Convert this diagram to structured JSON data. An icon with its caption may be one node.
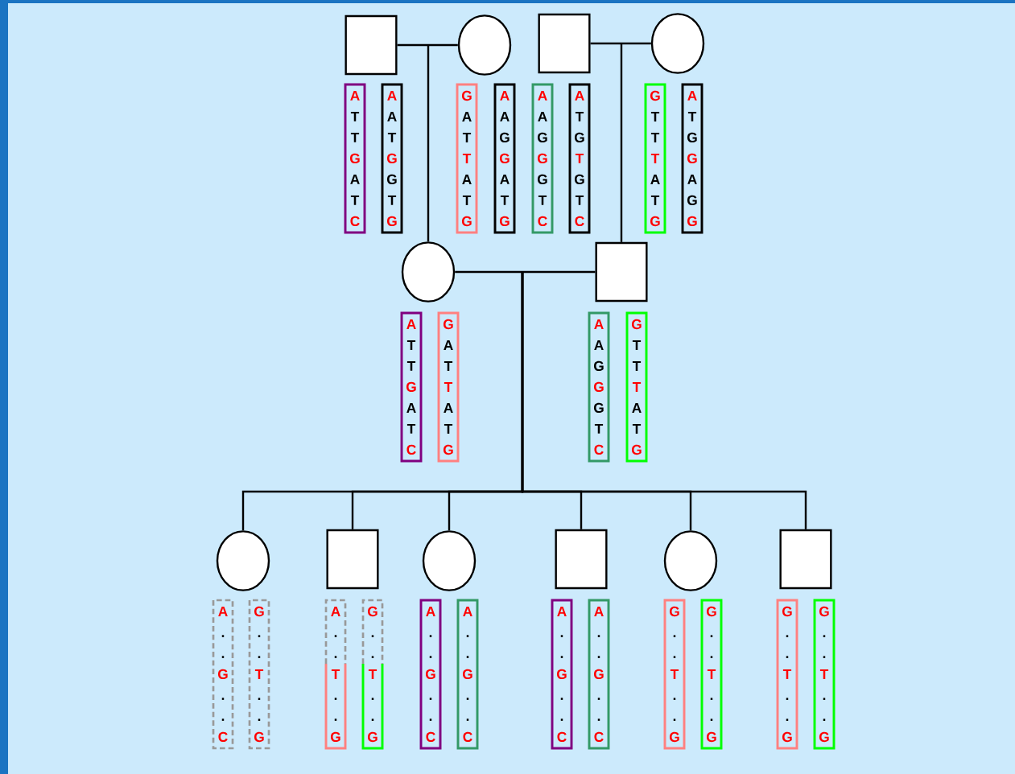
{
  "diagram": {
    "nodes": [
      {
        "text": [],
        "shape": "box"
      },
      {
        "text": [],
        "shape": "circle"
      },
      {
        "text": [],
        "shape": "box"
      },
      {
        "text": [],
        "shape": "circle"
      },
      {
        "text": [
          "A",
          "T",
          "T",
          "G",
          "A",
          "T",
          "C"
        ]
      },
      {
        "text": [
          "A",
          "A",
          "T",
          "G",
          "G",
          "T",
          "G"
        ]
      },
      {
        "text": [
          "G",
          "A",
          "T",
          "T",
          "A",
          "T",
          "G"
        ]
      },
      {
        "text": [
          "A",
          "A",
          "G",
          "G",
          "A",
          "T",
          "G"
        ]
      },
      {
        "text": [
          "A",
          "A",
          "G",
          "G",
          "G",
          "T",
          "C"
        ]
      },
      {
        "text": [
          "A",
          "T",
          "G",
          "T",
          "G",
          "T",
          "C"
        ]
      },
      {
        "text": [
          "G",
          "T",
          "T",
          "T",
          "A",
          "T",
          "G"
        ]
      },
      {
        "text": [
          "A",
          "T",
          "G",
          "G",
          "A",
          "G",
          "G"
        ]
      },
      {
        "text": [],
        "shape": "circle"
      },
      {
        "text": [],
        "shape": "box"
      },
      {
        "text": [
          "A",
          "T",
          "T",
          "G",
          "A",
          "T",
          "C"
        ]
      },
      {
        "text": [
          "G",
          "A",
          "T",
          "T",
          "A",
          "T",
          "G"
        ]
      },
      {
        "text": [
          "A",
          "A",
          "G",
          "G",
          "G",
          "T",
          "C"
        ]
      },
      {
        "text": [
          "G",
          "T",
          "T",
          "T",
          "A",
          "T",
          "G"
        ]
      },
      {
        "text": [],
        "shape": "circle"
      },
      {
        "text": [],
        "shape": "box"
      },
      {
        "text": [],
        "shape": "circle"
      },
      {
        "text": [],
        "shape": "box"
      },
      {
        "text": [],
        "shape": "circle"
      },
      {
        "text": [],
        "shape": "box"
      },
      {
        "text": [
          "A",
          ".",
          ".",
          "G",
          ".",
          ".",
          "C"
        ]
      },
      {
        "text": [
          "G",
          ".",
          ".",
          "T",
          ".",
          ".",
          "G"
        ]
      },
      {
        "text": [
          "A",
          ".",
          ".",
          "T",
          ".",
          ".",
          "G"
        ]
      },
      {
        "text": [
          "G",
          ".",
          ".",
          "T",
          ".",
          ".",
          "G"
        ]
      },
      {
        "text": [
          "A",
          ".",
          ".",
          "G",
          ".",
          ".",
          "C"
        ]
      },
      {
        "text": [
          "A",
          ".",
          ".",
          "G",
          ".",
          ".",
          "C"
        ]
      },
      {
        "text": [
          "A",
          ".",
          ".",
          "G",
          ".",
          ".",
          "C"
        ]
      },
      {
        "text": [
          "A",
          ".",
          ".",
          "G",
          ".",
          ".",
          "C"
        ]
      },
      {
        "text": [
          "G",
          ".",
          ".",
          "T",
          ".",
          ".",
          "G"
        ]
      },
      {
        "text": [
          "G",
          ".",
          ".",
          "T",
          ".",
          ".",
          "G"
        ]
      },
      {
        "text": [
          "G",
          ".",
          ".",
          "T",
          ".",
          ".",
          "G"
        ]
      },
      {
        "text": [
          "G",
          ".",
          ".",
          "T",
          ".",
          ".",
          "G"
        ]
      }
    ],
    "edges": [
      {
        "from": 0,
        "to": 1,
        "arrow": "none"
      },
      {
        "from": 2,
        "to": 3,
        "arrow": "none"
      },
      {
        "from": null,
        "to": 12,
        "arrow": "none"
      },
      {
        "from": null,
        "to": 13,
        "arrow": "none"
      },
      {
        "from": 12,
        "to": 13,
        "arrow": "none"
      },
      {
        "from": null,
        "to": 18,
        "arrow": "none"
      },
      {
        "from": null,
        "to": 19,
        "arrow": "none"
      },
      {
        "from": null,
        "to": 20,
        "arrow": "none"
      },
      {
        "from": null,
        "to": 21,
        "arrow": "none"
      },
      {
        "from": null,
        "to": 22,
        "arrow": "none"
      },
      {
        "from": null,
        "to": 23,
        "arrow": "none"
      }
    ]
  }
}
